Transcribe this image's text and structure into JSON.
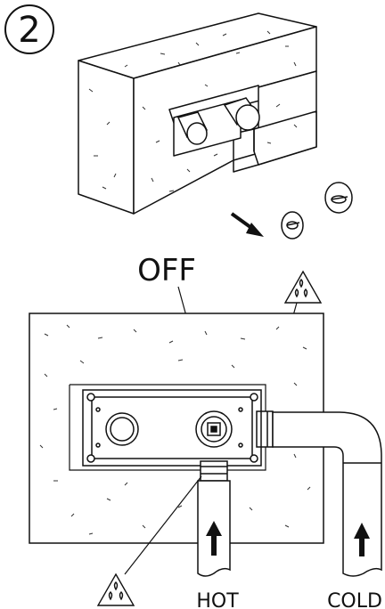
{
  "step": {
    "number": "2"
  },
  "labels": {
    "off": "OFF",
    "hot": "HOT",
    "cold": "COLD"
  },
  "icons": {
    "warning": "water-drops-warning-icon",
    "arrow": "arrow-icon"
  },
  "colors": {
    "line": "#111111",
    "background": "#ffffff",
    "speckle": "#333333"
  }
}
